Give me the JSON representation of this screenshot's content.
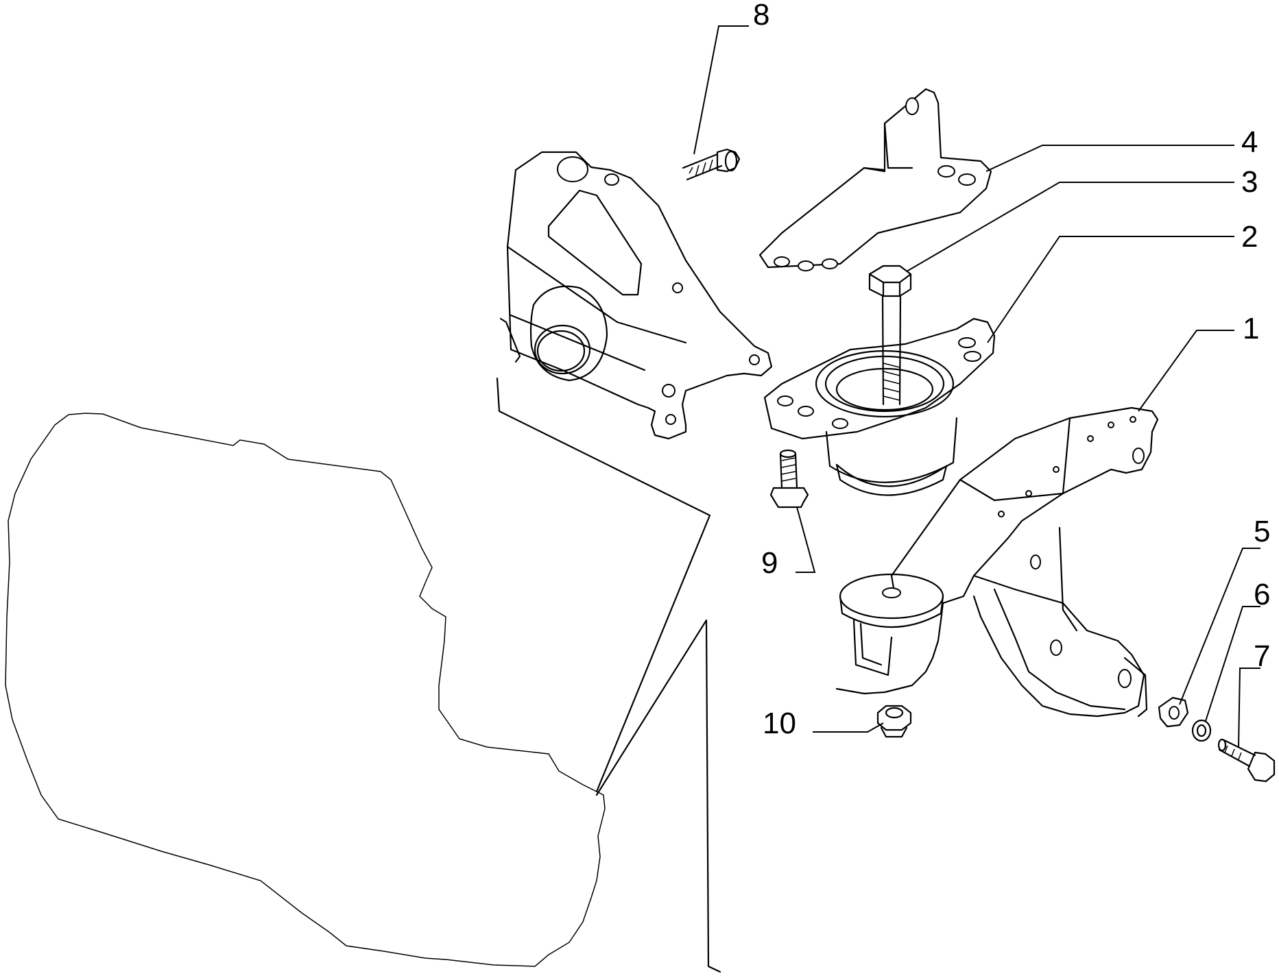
{
  "callouts": {
    "c1": "1",
    "c2": "2",
    "c3": "3",
    "c4": "4",
    "c5": "5",
    "c6": "6",
    "c7": "7",
    "c8": "8",
    "c9": "9",
    "c10": "10"
  },
  "colors": {
    "line": "#000000",
    "background": "#ffffff",
    "rubber_fill": "#d9d9d9"
  }
}
